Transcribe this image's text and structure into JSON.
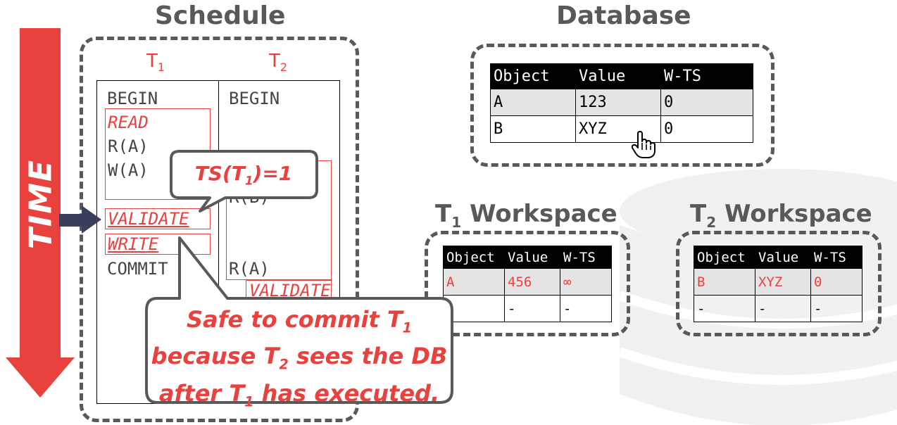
{
  "time_label": "TIME",
  "schedule": {
    "title": "Schedule",
    "t1_label": "T",
    "t1_sub": "1",
    "t2_label": "T",
    "t2_sub": "2",
    "t1_ops": {
      "begin": "BEGIN",
      "read_phase": "READ",
      "r_a": "R(A)",
      "w_a": "W(A)",
      "validate": "VALIDATE",
      "write": "WRITE",
      "commit": "COMMIT"
    },
    "t2_ops": {
      "begin": "BEGIN",
      "r_b": "R(B)",
      "r_a": "R(A)",
      "validate": "VALIDATE"
    }
  },
  "database": {
    "title": "Database",
    "headers": [
      "Object",
      "Value",
      "W-TS"
    ],
    "rows": [
      [
        "A",
        "123",
        "0"
      ],
      [
        "B",
        "XYZ",
        "0"
      ]
    ]
  },
  "t1_workspace": {
    "title_prefix": "T",
    "title_sub": "1",
    "title_suffix": " Workspace",
    "headers": [
      "Object",
      "Value",
      "W-TS"
    ],
    "rows": [
      [
        "A",
        "456",
        "∞"
      ],
      [
        "-",
        "-",
        "-"
      ]
    ]
  },
  "t2_workspace": {
    "title_prefix": "T",
    "title_sub": "2",
    "title_suffix": " Workspace",
    "headers": [
      "Object",
      "Value",
      "W-TS"
    ],
    "rows": [
      [
        "B",
        "XYZ",
        "0"
      ],
      [
        "-",
        "-",
        "-"
      ]
    ]
  },
  "callout_ts": {
    "prefix": "TS(T",
    "sub": "1",
    "suffix": ")=1"
  },
  "callout_safe": {
    "line1_prefix": "Safe to commit T",
    "line1_sub": "1",
    "line2_prefix": "because T",
    "line2_sub": "2",
    "line2_suffix": " sees the DB",
    "line3_prefix": "after T",
    "line3_sub": "1",
    "line3_suffix": " has executed."
  },
  "colors": {
    "accent_red": "#e8413e",
    "heading_gray": "#595959",
    "arrow_navy": "#3b3f5c"
  }
}
